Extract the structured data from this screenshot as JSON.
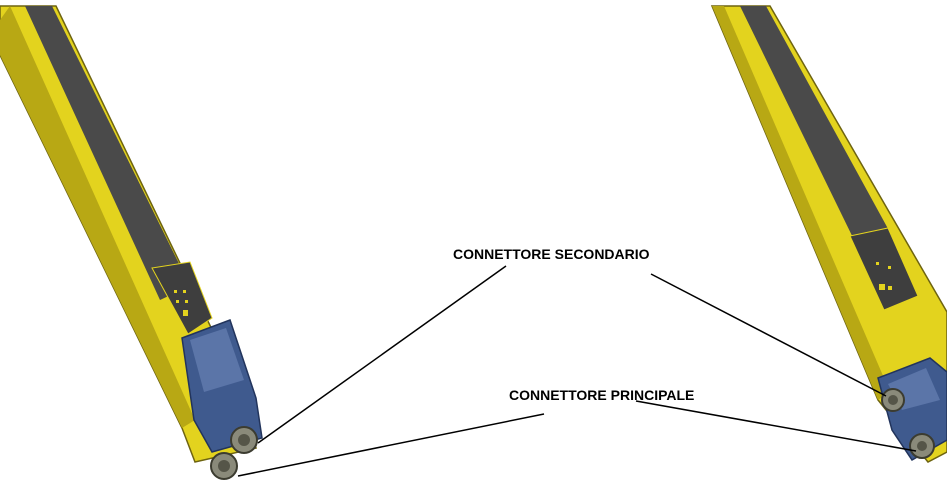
{
  "labels": {
    "secondary_connector": "CONNETTORE SECONDARIO",
    "primary_connector": "CONNETTORE PRINCIPALE"
  },
  "colors": {
    "housing_yellow": "#e8d81c",
    "housing_dark_yellow": "#a99a12",
    "front_window": "#4a4a4a",
    "end_cap_blue": "#3f5a8e",
    "connector_metal": "#8a8a7a",
    "leader_line": "#000000"
  },
  "icons": [
    "light-curtain-left",
    "light-curtain-right",
    "connector-icon"
  ]
}
